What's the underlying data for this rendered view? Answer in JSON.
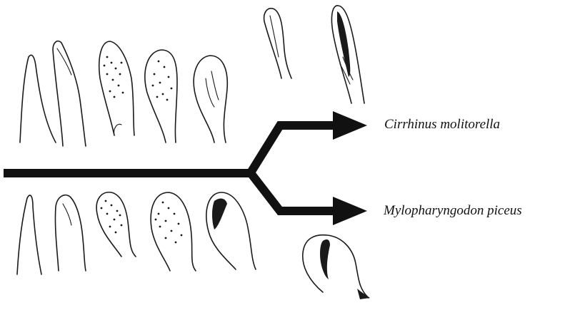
{
  "figure": {
    "description_none": "",
    "colors": {
      "ink": "#1a1a1a",
      "background": "#ffffff"
    },
    "branches": [
      {
        "label": "Cirrhinus molitorella",
        "position": "upper"
      },
      {
        "label": "Mylopharyngodon piceus",
        "position": "lower"
      }
    ],
    "upper_series_count": 7,
    "lower_series_count": 6
  }
}
